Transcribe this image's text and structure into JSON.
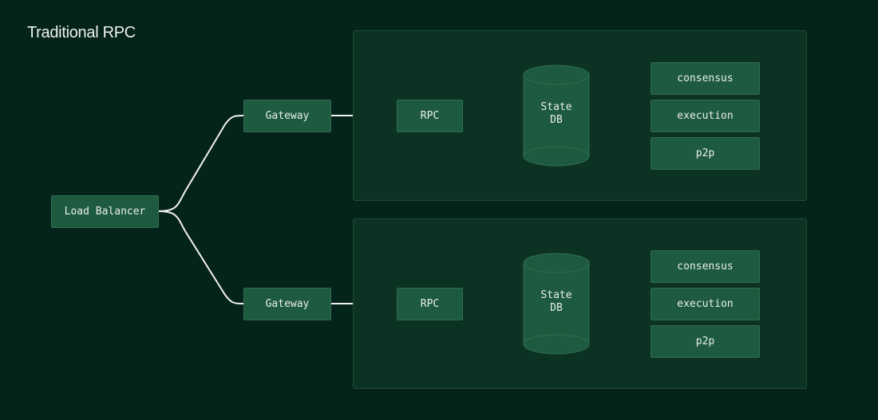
{
  "title": "Traditional RPC",
  "load_balancer": "Load Balancer",
  "groups": [
    {
      "gateway": "Gateway",
      "rpc": "RPC",
      "db_line1": "State",
      "db_line2": "DB",
      "services": [
        "consensus",
        "execution",
        "p2p"
      ]
    },
    {
      "gateway": "Gateway",
      "rpc": "RPC",
      "db_line1": "State",
      "db_line2": "DB",
      "services": [
        "consensus",
        "execution",
        "p2p"
      ]
    }
  ],
  "colors": {
    "background": "#04231a",
    "panel": "#0b3222",
    "node": "#1e5a3f",
    "line": "#f2f2ee"
  }
}
